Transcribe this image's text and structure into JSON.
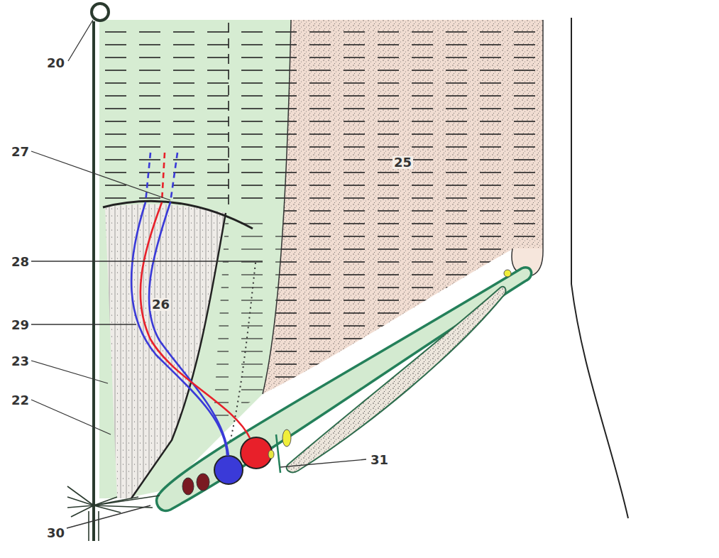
{
  "diagram": {
    "labels": [
      "20",
      "27",
      "28",
      "29",
      "23",
      "22",
      "30",
      "25",
      "26",
      "31"
    ]
  }
}
